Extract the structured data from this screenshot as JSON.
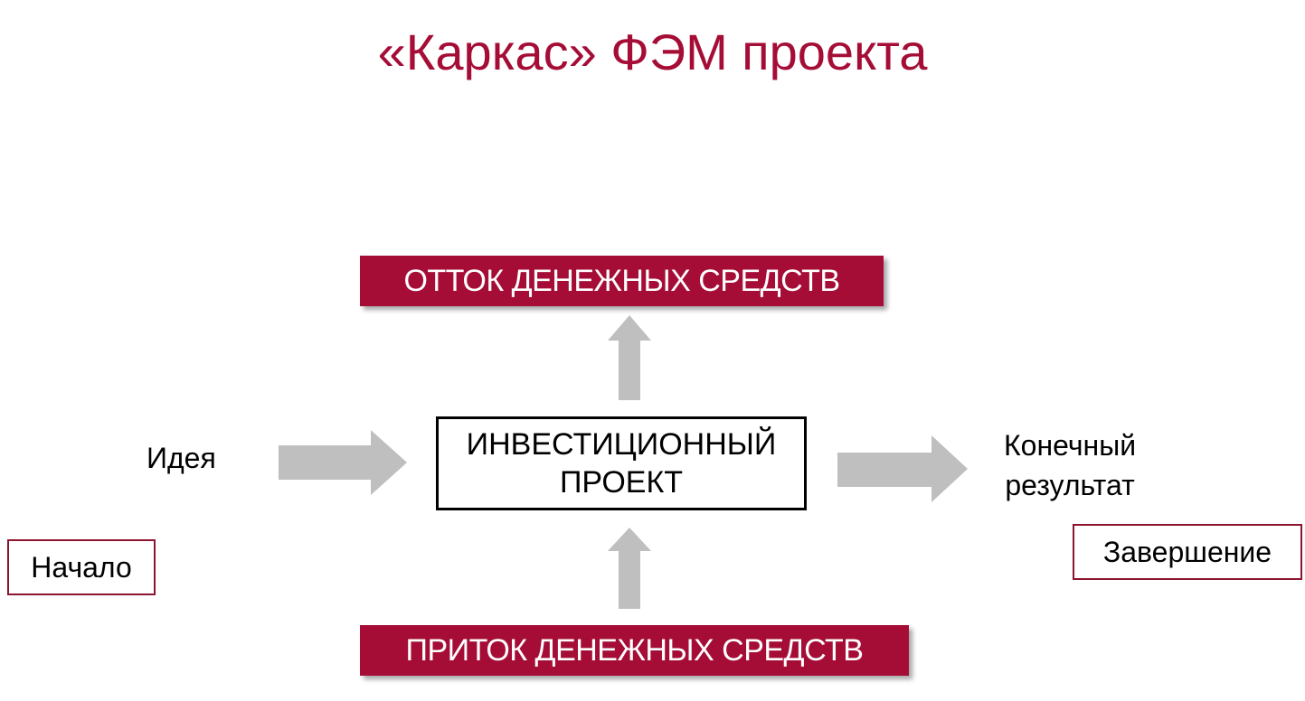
{
  "title": "«Каркас» ФЭМ проекта",
  "outflow_label": "ОТТОК ДЕНЕЖНЫХ СРЕДСТВ",
  "inflow_label": "ПРИТОК ДЕНЕЖНЫХ СРЕДСТВ",
  "project": {
    "line1": "ИНВЕСТИЦИОННЫЙ",
    "line2": "ПРОЕКТ"
  },
  "idea_label": "Идея",
  "result": {
    "line1": "Конечный",
    "line2": "результат"
  },
  "start_label": "Начало",
  "finish_label": "Завершение",
  "colors": {
    "accent": "#a50d36",
    "arrow": "#bfbfbf"
  }
}
